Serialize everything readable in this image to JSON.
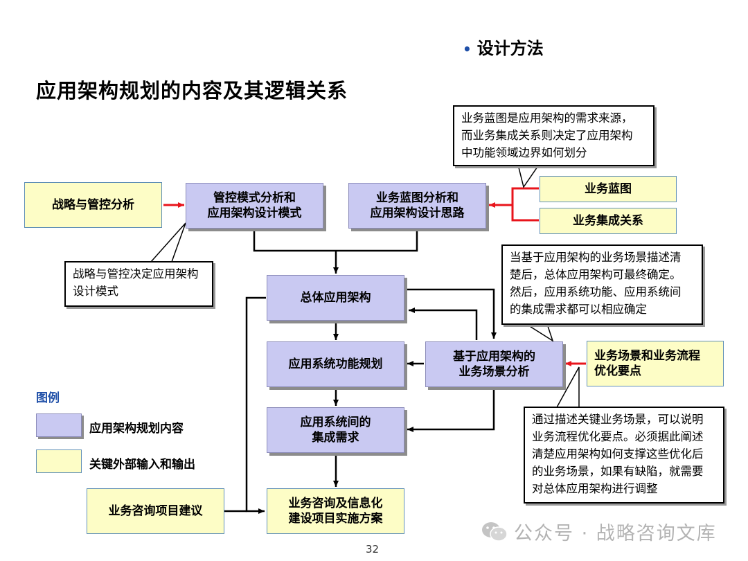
{
  "header": {
    "section_label": "设计方法",
    "title": "应用架构规划的内容及其逻辑关系"
  },
  "boxes": {
    "strategy_analysis": "战略与管控分析",
    "control_mode": "管控模式分析和\n应用架构设计模式",
    "blueprint_analysis": "业务蓝图分析和\n应用架构设计思路",
    "business_blueprint": "业务蓝图",
    "business_integration": "业务集成关系",
    "overall_architecture": "总体应用架构",
    "function_planning": "应用系统功能规划",
    "scenario_analysis": "基于应用架构的\n业务场景分析",
    "scenario_optimization": "业务场景和业务流程\n优化要点",
    "integration_requirements": "应用系统间的\n集成需求",
    "consulting_suggestions": "业务咨询项目建议",
    "implementation_plan": "业务咨询及信息化\n建设项目实施方案"
  },
  "callouts": {
    "blueprint_note": "业务蓝图是应用架构的需求来源，\n而业务集成关系则决定了应用架构\n中功能领域边界如何划分",
    "strategy_note": "战略与管控决定应用架构\n设计模式",
    "overall_note": "当基于应用架构的业务场景描述清\n楚后，总体应用架构可最终确定。\n然后，应用系统功能、应用系统间\n的集成需求都可以相应确定",
    "scenario_note": "通过描述关键业务场景，可以说明\n业务流程优化要点。必须据此阐述\n清楚应用架构如何支撑这些优化后\n的业务场景，如果有缺陷，就需要\n对总体应用架构进行调整"
  },
  "legend": {
    "title": "图例",
    "items": [
      {
        "label": "应用架构规划内容",
        "color": "#c9c9f2"
      },
      {
        "label": "关键外部输入和输出",
        "color": "#fdfdc6"
      }
    ]
  },
  "footer": {
    "watermark": "公众号 · 战略咨询文库",
    "page_number": "32"
  },
  "colors": {
    "planning_content": "#c9c9f2",
    "external_io": "#fdfdc6",
    "red_arrow": "#e8141b",
    "legend_title": "#1f4fa8"
  }
}
